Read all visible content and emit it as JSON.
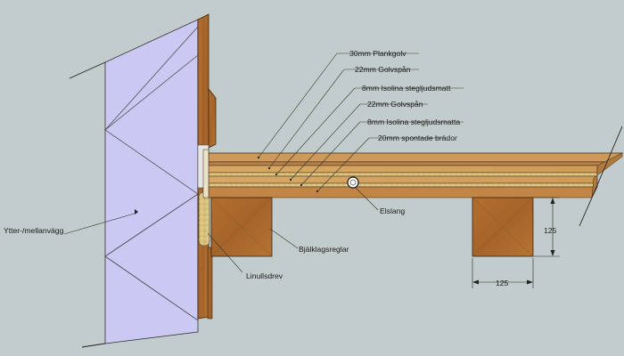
{
  "diagram": {
    "layers": [
      "30mm Plankgolv",
      "22mm Golvspån",
      "8mm Isolina stegljudsmatt",
      "22mm Golvspån",
      "8mm Isolina stegljudsmatta",
      "20mm spontade brädor"
    ],
    "labels": {
      "wall": "Ytter-/mellanvägg",
      "pipe": "Elslang",
      "joist": "Bjälklagsreglar",
      "caulk": "Linullsdrev"
    },
    "dimensions": {
      "joist_height": "125",
      "joist_width": "125"
    },
    "colors": {
      "background": "#c3cccc",
      "wall": "#c8c8f2",
      "wood_dark": "#a9682a",
      "wood_light": "#d9aa6a",
      "insulation": "#d8c07a"
    }
  }
}
